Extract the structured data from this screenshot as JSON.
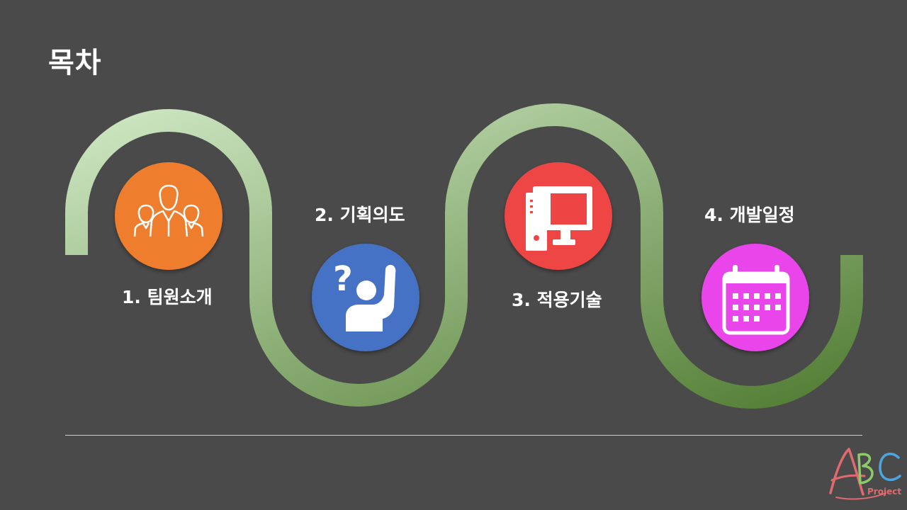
{
  "title": "목차",
  "items": [
    {
      "number": "1.",
      "label": "팀원소개",
      "icon": "team-people-icon",
      "color": "#ee7d2f"
    },
    {
      "number": "2.",
      "label": "기획의도",
      "icon": "question-raised-hand-icon",
      "color": "#4472c4"
    },
    {
      "number": "3.",
      "label": "적용기술",
      "icon": "desktop-computer-icon",
      "color": "#ee4444"
    },
    {
      "number": "4.",
      "label": "개발일정",
      "icon": "calendar-icon",
      "color": "#ea44ea"
    }
  ],
  "path_gradient": [
    "#cfe8c4",
    "#527d33"
  ],
  "logo": {
    "letters": "ABC",
    "sub": "Project"
  }
}
